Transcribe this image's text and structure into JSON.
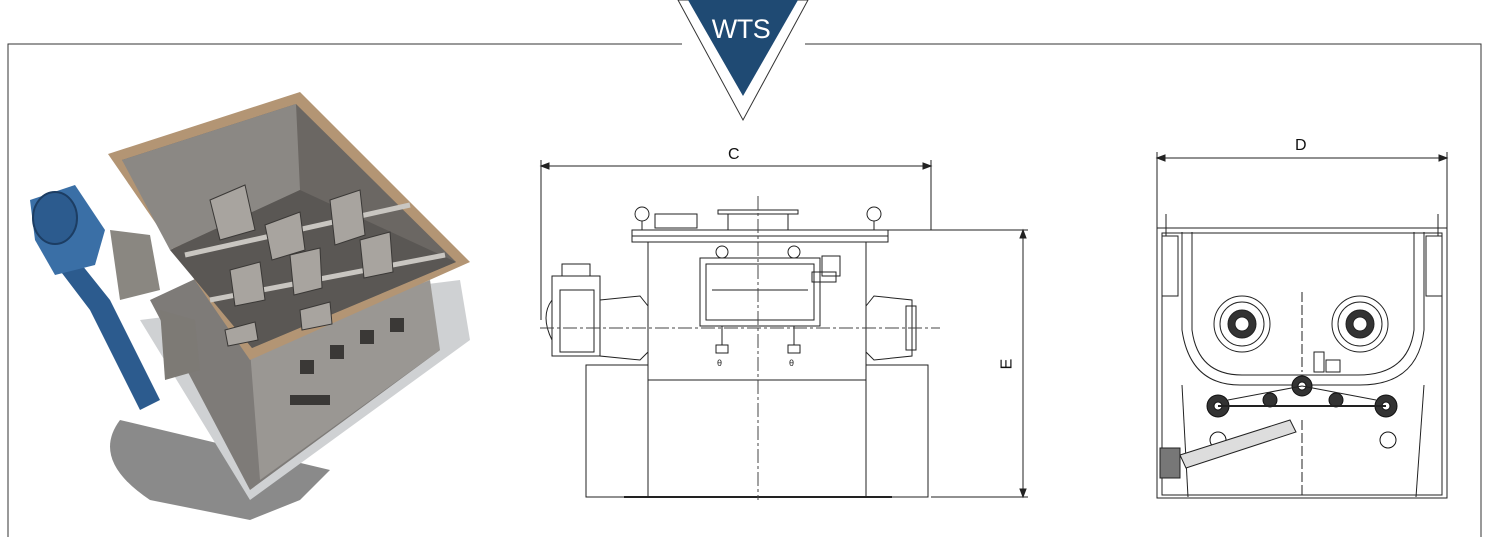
{
  "logo": {
    "text": "WTS",
    "color": "#1f4a73"
  },
  "dimensions": {
    "c": "C",
    "d": "D",
    "e": "E"
  },
  "small_marks": {
    "theta_left": "θ",
    "theta_right": "θ"
  },
  "colors": {
    "line": "#222222",
    "frame": "#333333",
    "steel": "#8d8a86",
    "blue": "#2c5b8e"
  }
}
